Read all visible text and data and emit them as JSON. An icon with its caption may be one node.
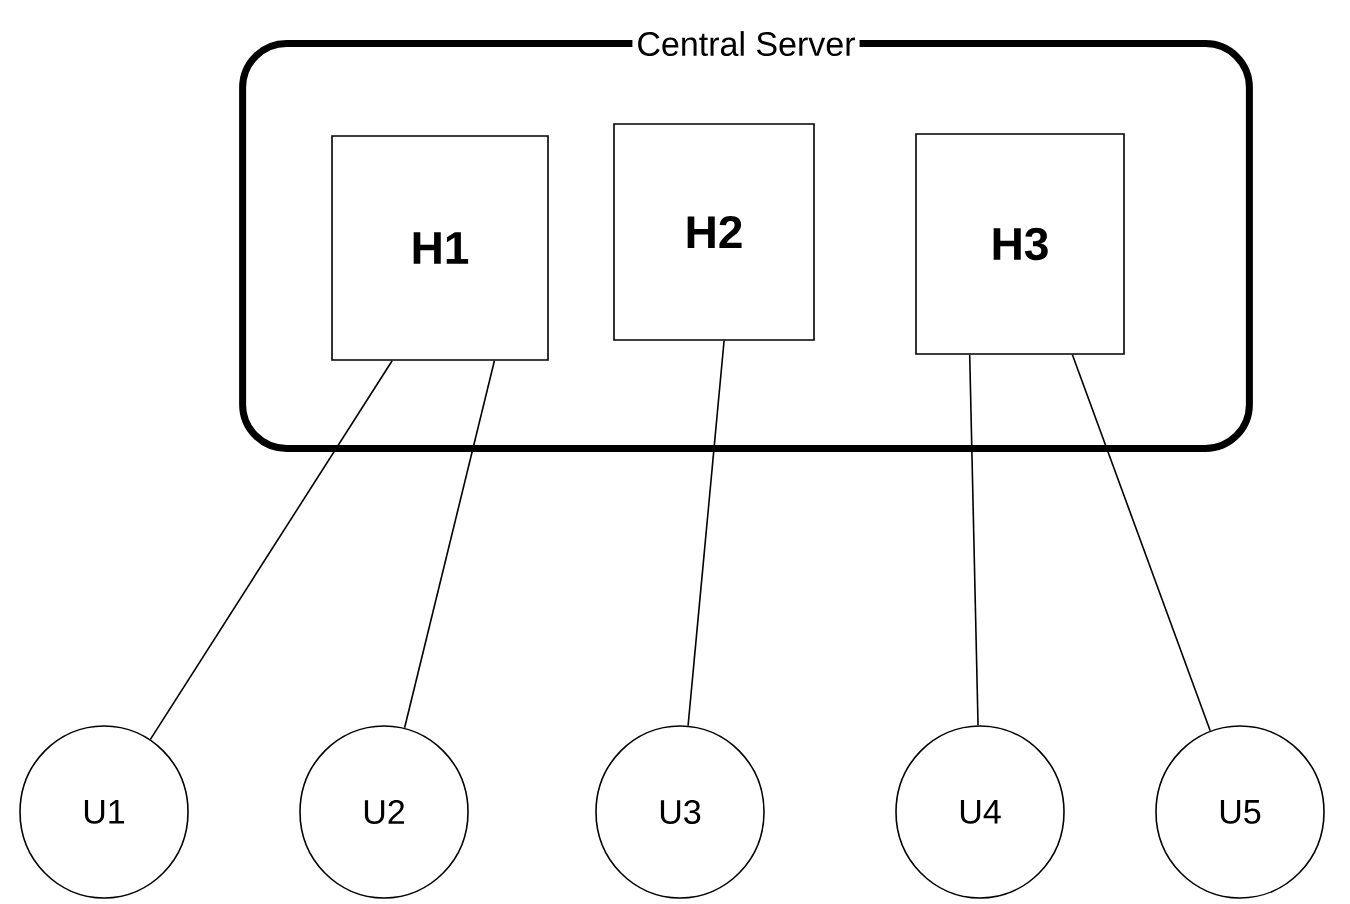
{
  "diagram": {
    "nodes": [
      {
        "text": [
          "Central Server"
        ]
      },
      {
        "text": [
          "H1"
        ],
        "in": 0
      },
      {
        "text": [
          "H2"
        ],
        "in": 0
      },
      {
        "text": [
          "H3"
        ],
        "in": 0
      },
      {
        "text": [
          "U1"
        ]
      },
      {
        "text": [
          "U2"
        ]
      },
      {
        "text": [
          "U3"
        ]
      },
      {
        "text": [
          "U4"
        ]
      },
      {
        "text": [
          "U5"
        ]
      }
    ],
    "edges": [
      {
        "from": 1,
        "to": 4,
        "arrow": "none"
      },
      {
        "from": 1,
        "to": 5,
        "arrow": "none"
      },
      {
        "from": 2,
        "to": 6,
        "arrow": "none"
      },
      {
        "from": 3,
        "to": 7,
        "arrow": "none"
      },
      {
        "from": 3,
        "to": 8,
        "arrow": "none"
      }
    ]
  }
}
